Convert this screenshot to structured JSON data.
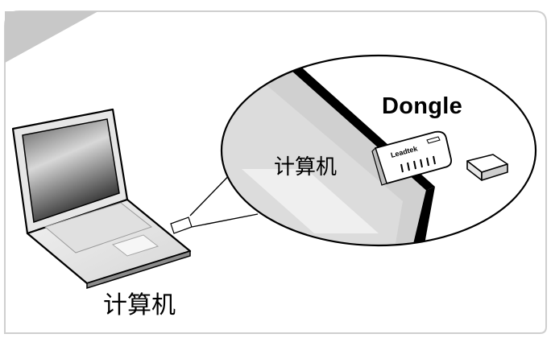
{
  "labels": {
    "dongle": "Dongle",
    "computer_zoom": "计算机",
    "computer": "计算机"
  },
  "usb_stick_print": "Leadtek",
  "colors": {
    "background": "#ffffff",
    "frame_border": "#cfcfcf",
    "corner_tab": "#c8c8c8",
    "outline": "#000000",
    "laptop_screen_dark": "#3a3a3a",
    "laptop_screen_light": "#bdbdbd",
    "laptop_body": "#e4e4e4",
    "zoom_panel": "#d0d0d0"
  }
}
